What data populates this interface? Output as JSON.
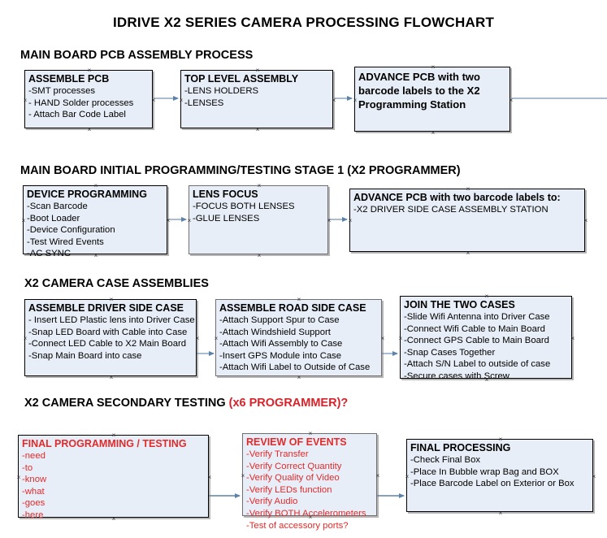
{
  "document": {
    "title": "IDRIVE X2  SERIES CAMERA PROCESSING FLOWCHART",
    "accent_color": "#d8222a",
    "node_fill": "#e8eef7",
    "connector_color": "#6f8fb0"
  },
  "sections": [
    {
      "id": "main-board-pcb-assembly-process",
      "heading": "MAIN BOARD PCB ASSEMBLY PROCESS",
      "heading_accent": "",
      "nodes": [
        {
          "id": "assemble-pcb",
          "header": "ASSEMBLE PCB",
          "items": [
            "-SMT processes",
            "- HAND Solder processes",
            "- Attach Bar Code Label"
          ]
        },
        {
          "id": "top-level-assembly",
          "header": "TOP LEVEL ASSEMBLY",
          "items": [
            "-LENS HOLDERS",
            "-LENSES"
          ]
        },
        {
          "id": "advance-pcb-to-x2-programming-station",
          "header": "ADVANCE PCB with two barcode labels to the  X2 Programming Station",
          "items": []
        }
      ]
    },
    {
      "id": "main-board-initial-programming-testing-stage-1",
      "heading": "MAIN BOARD INITIAL PROGRAMMING/TESTING STAGE 1 (X2 PROGRAMMER)",
      "heading_accent": "",
      "nodes": [
        {
          "id": "device-programming",
          "header": "DEVICE PROGRAMMING",
          "items": [
            "-Scan Barcode",
            "-Boot Loader",
            "-Device Configuration",
            "-Test Wired Events",
            "-AC SYNC"
          ]
        },
        {
          "id": "lens-focus",
          "header": "LENS FOCUS",
          "items": [
            "-FOCUS BOTH LENSES",
            "-GLUE LENSES"
          ]
        },
        {
          "id": "advance-pcb-to-driver-side-case-assembly",
          "header": "ADVANCE PCB with two barcode labels to:",
          "items": [
            "-X2 DRIVER  SIDE  CASE  ASSEMBLY STATION"
          ]
        }
      ]
    },
    {
      "id": "x2-camera-case-assemblies",
      "heading": "X2 CAMERA CASE ASSEMBLIES",
      "heading_accent": "",
      "nodes": [
        {
          "id": "assemble-driver-side-case",
          "header": "ASSEMBLE DRIVER SIDE CASE",
          "items": [
            "- Insert LED Plastic lens into Driver Case",
            "-Snap LED Board with Cable into Case",
            "-Connect LED Cable to X2 Main Board",
            "-Snap Main Board into case"
          ]
        },
        {
          "id": "assemble-road-side-case",
          "header": "ASSEMBLE ROAD SIDE CASE",
          "items": [
            "-Attach Support Spur to Case",
            "-Attach Windshield Support",
            "-Attach Wifi Assembly to Case",
            "-Insert GPS Module into Case",
            "-Attach Wifi Label to Outside of Case"
          ]
        },
        {
          "id": "join-the-two-cases",
          "header": "JOIN THE TWO CASES",
          "items": [
            "-Slide Wifi Antenna into Driver Case",
            "-Connect Wifi Cable to Main Board",
            "-Connect GPS Cable to Main Board",
            "-Snap Cases Together",
            "-Attach S/N Label to outside of case",
            "-Secure cases with Screw"
          ]
        }
      ]
    },
    {
      "id": "x2-camera-secondary-testing",
      "heading": "X2 CAMERA SECONDARY TESTING ",
      "heading_accent": "(x6 PROGRAMMER)?",
      "nodes": [
        {
          "id": "final-programming-testing",
          "header": "FINAL PROGRAMMING / TESTING",
          "items": [
            "-need",
            "-to",
            "-know",
            "-what",
            "-goes",
            "-here"
          ]
        },
        {
          "id": "review-of-events",
          "header": "REVIEW OF EVENTS",
          "items": [
            "-Verify Transfer",
            "-Verify Correct Quantity",
            "-Verify Quality of Video",
            "-Verify LEDs function",
            "-Verify Audio",
            "-Verify BOTH Accelerometers",
            "-Test of accessory ports?"
          ]
        },
        {
          "id": "final-processing",
          "header": "FINAL PROCESSING",
          "items": [
            " -Check Final Box",
            "-Place In Bubble wrap Bag and BOX",
            "-Place Barcode Label on Exterior or Box"
          ]
        }
      ]
    }
  ]
}
